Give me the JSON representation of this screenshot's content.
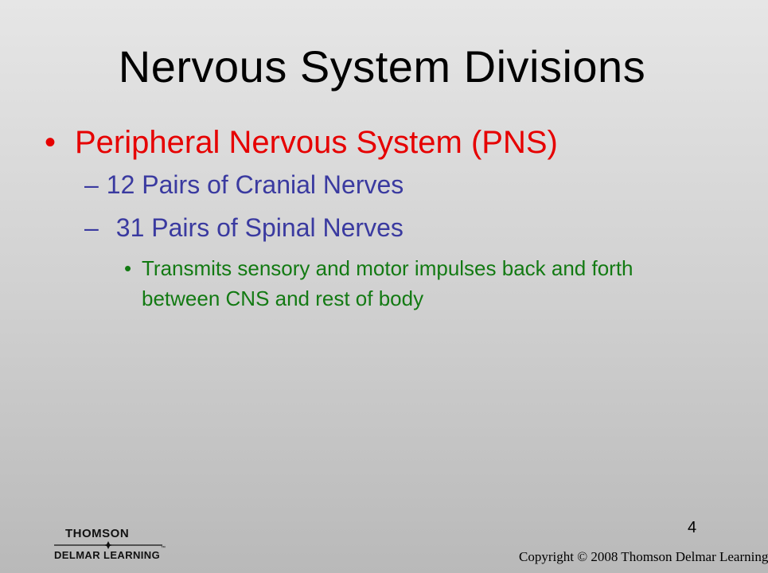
{
  "slide": {
    "title": "Nervous System Divisions",
    "level1": {
      "bullet": "•",
      "text": "Peripheral Nervous System (PNS)"
    },
    "level2": [
      {
        "dash": "–",
        "text": "12 Pairs of Cranial Nerves"
      },
      {
        "dash": "–",
        "text": "31 Pairs of Spinal Nerves"
      }
    ],
    "level3": {
      "bullet": "•",
      "text": "Transmits sensory and motor impulses back and forth between CNS and rest of body"
    },
    "page_number": "4"
  },
  "footer": {
    "logo_top": "THOMSON",
    "logo_bottom": "DELMAR LEARNING",
    "logo_tm": "™",
    "copyright": "Copyright © 2008 Thomson Delmar Learning"
  },
  "colors": {
    "title": "#000000",
    "level1": "#e60000",
    "level2": "#3a3aa0",
    "level3": "#137a13"
  }
}
